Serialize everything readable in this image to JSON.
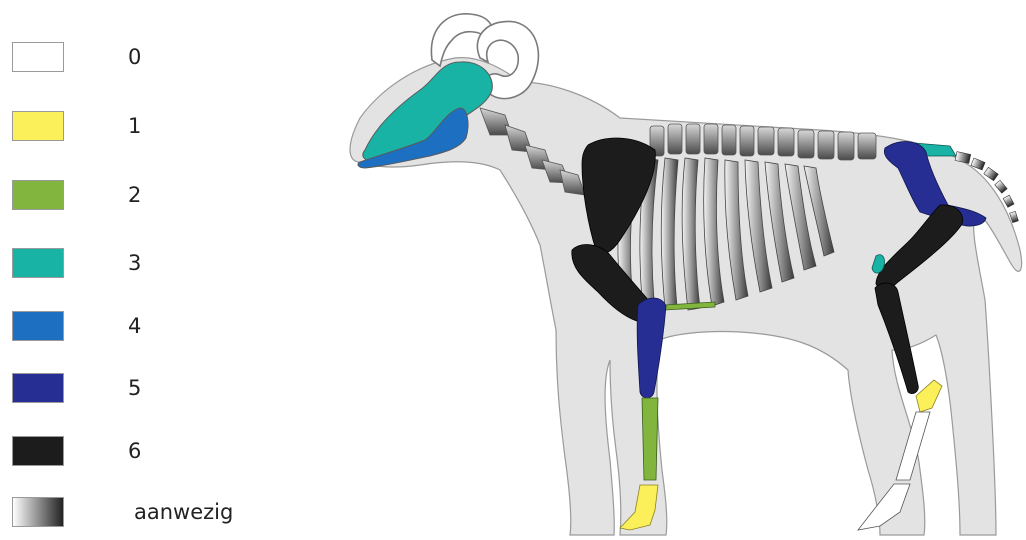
{
  "legend": [
    {
      "label": "0",
      "color": "#ffffff"
    },
    {
      "label": "1",
      "color": "#fbef5a"
    },
    {
      "label": "2",
      "color": "#82b53d"
    },
    {
      "label": "3",
      "color": "#19b3a6"
    },
    {
      "label": "4",
      "color": "#1d6fc1"
    },
    {
      "label": "5",
      "color": "#272e93"
    },
    {
      "label": "6",
      "color": "#1c1c1c"
    },
    {
      "label": "aanwezig",
      "gradient": [
        "#ffffff",
        "#222222"
      ]
    }
  ],
  "body_color": "#e3e3e3",
  "bone_regions": {
    "horns": "0",
    "skull": "3",
    "mandible": "4",
    "cervical_vertebrae": "aanwezig",
    "thoracic_vertebrae": "aanwezig",
    "ribs": "aanwezig",
    "scapula": "6",
    "humerus": "6",
    "radius_ulna": "5",
    "front_metacarpal": "2",
    "front_phalanges": "1",
    "sternum": "2",
    "sacrum": "3",
    "pelvis": "5",
    "femur": "6",
    "patella": "3",
    "tibia": "6",
    "tarsal": "1",
    "hind_metatarsal": "0",
    "hind_phalanges": "0",
    "tail_vertebrae": "aanwezig"
  }
}
